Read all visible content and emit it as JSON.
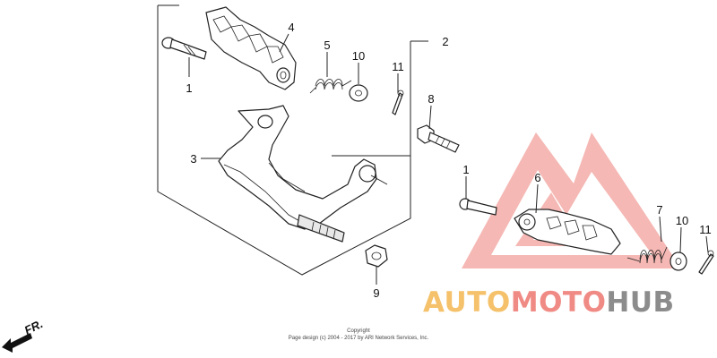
{
  "labels": {
    "l1a": "1",
    "l1b": "1",
    "l2": "2",
    "l3": "3",
    "l4": "4",
    "l5": "5",
    "l6": "6",
    "l7": "7",
    "l8": "8",
    "l9": "9",
    "l10a": "10",
    "l10b": "10",
    "l11a": "11",
    "l11b": "11"
  },
  "copyright": {
    "line1": "Copyright",
    "line2": "Page design (c) 2004 - 2017 by ARI Network Services, Inc."
  },
  "watermark": {
    "part1": "AUTO",
    "part2": "MOTO",
    "part3": "HUB",
    "color_orange": "#f5c16a",
    "color_red": "#f08a84",
    "color_gray": "#8c8c8c"
  },
  "front_indicator": "FR."
}
